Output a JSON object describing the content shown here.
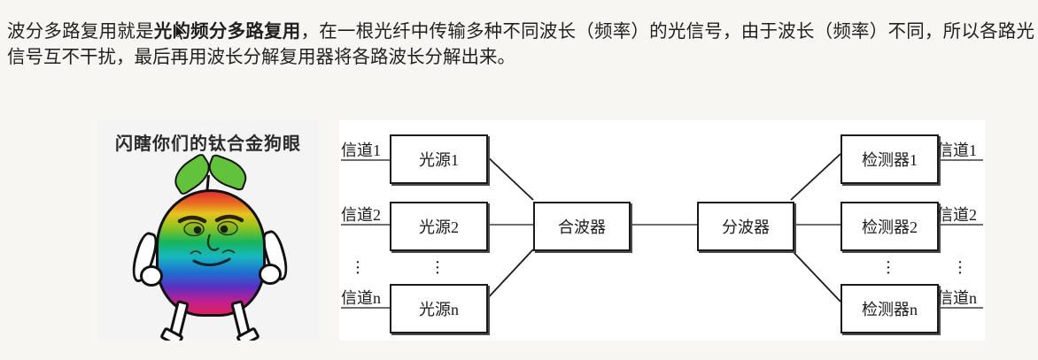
{
  "paragraph": {
    "part1": "波分多路复用就是",
    "bold": "光的频分多路复用",
    "part2": "，在一根光纤中传输多种不同波长（频率）的光信号，由于波长（频率）不同，所以各路光信号互不干扰，最后再用波长分解复用器将各路波长分解出来。"
  },
  "meme": {
    "caption": "闪瞎你们的钛合金狗眼",
    "character": "rainbow-mango-meme"
  },
  "diagram": {
    "title": "wdm-block-diagram",
    "inputs": [
      {
        "channel": "信道1",
        "source": "光源1"
      },
      {
        "channel": "信道2",
        "source": "光源2"
      },
      {
        "channel": "信道n",
        "source": "光源n"
      }
    ],
    "multiplexer": "合波器",
    "demultiplexer": "分波器",
    "outputs": [
      {
        "detector": "检测器1",
        "channel": "信道1"
      },
      {
        "detector": "检测器2",
        "channel": "信道2"
      },
      {
        "detector": "检测器n",
        "channel": "信道n"
      }
    ],
    "ellipsis": "⋮"
  },
  "colors": {
    "page_background": "#f7f6f3",
    "diagram_background": "#ffffff",
    "line": "#5a5a5a",
    "box_border": "#1a1a1a",
    "text": "#231f20"
  }
}
